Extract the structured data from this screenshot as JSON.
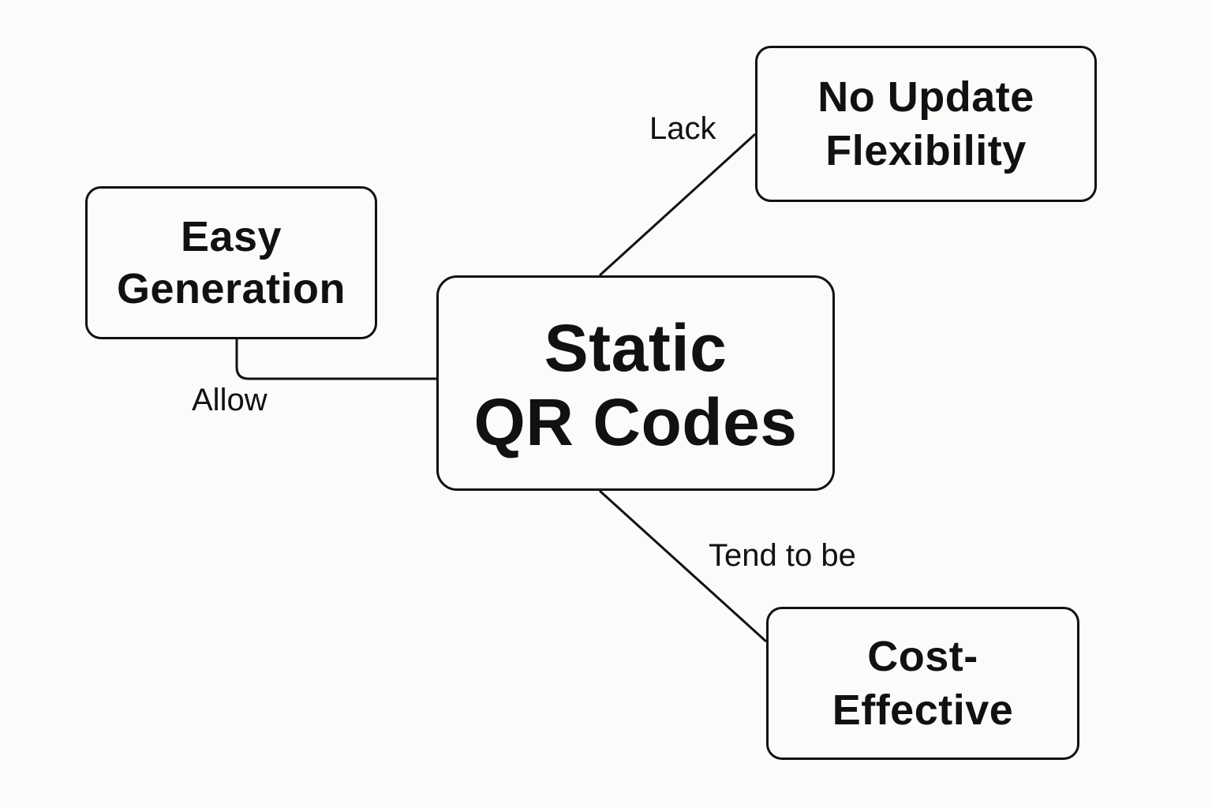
{
  "diagram": {
    "nodes": {
      "center": {
        "label": "Static\nQR Codes"
      },
      "easy_generation": {
        "label": "Easy\nGeneration"
      },
      "no_update_flexibility": {
        "label": "No Update\nFlexibility"
      },
      "cost_effective": {
        "label": "Cost-\nEffective"
      }
    },
    "edges": [
      {
        "from": "center",
        "to": "easy_generation",
        "label": "Allow"
      },
      {
        "from": "center",
        "to": "no_update_flexibility",
        "label": "Lack"
      },
      {
        "from": "center",
        "to": "cost_effective",
        "label": "Tend to be"
      }
    ]
  },
  "colors": {
    "background": "#fbfbf9",
    "stroke": "#111111",
    "text": "#111111"
  }
}
